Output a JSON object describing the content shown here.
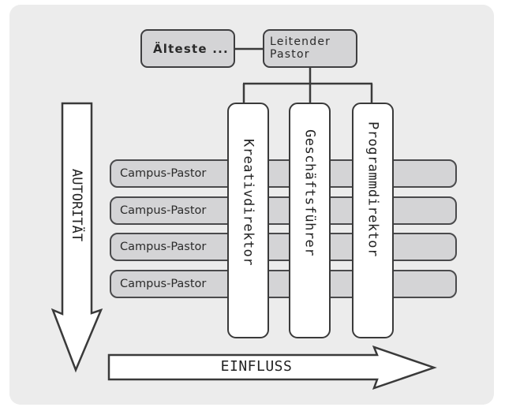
{
  "diagram": {
    "type": "org-chart-matrix",
    "top_nodes": {
      "elders": "Älteste ...",
      "lead_pastor_line1": "Leitender",
      "lead_pastor_line2": "Pastor"
    },
    "directors": [
      {
        "label": "Kreativdirektor"
      },
      {
        "label": "Geschäftsführer"
      },
      {
        "label": "Programmdirektor"
      }
    ],
    "campus_rows": [
      {
        "label": "Campus-Pastor"
      },
      {
        "label": "Campus-Pastor"
      },
      {
        "label": "Campus-Pastor"
      },
      {
        "label": "Campus-Pastor"
      }
    ],
    "axes": {
      "vertical_arrow": "AUTORITÄT",
      "horizontal_arrow": "EINFLUSS"
    },
    "colors": {
      "background_panel": "#ececec",
      "node_fill": "#d4d4d6",
      "column_fill": "#ffffff",
      "stroke": "#3a3a3a"
    }
  }
}
